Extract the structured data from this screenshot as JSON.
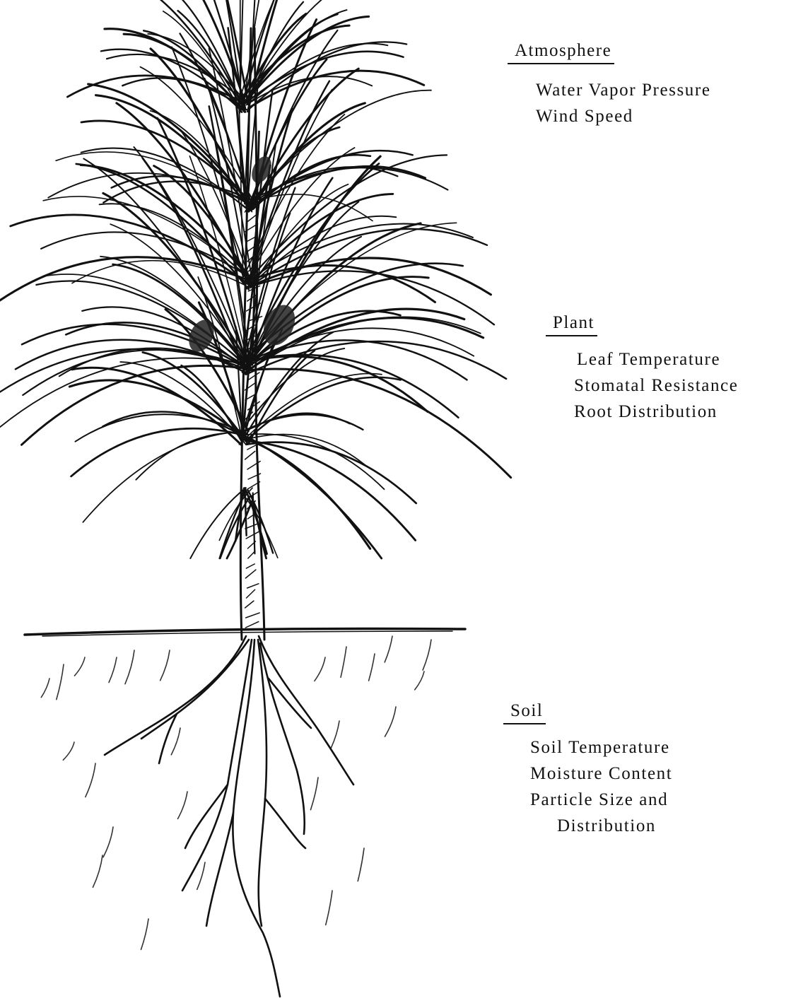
{
  "atmosphere": {
    "heading": "Atmosphere",
    "items": [
      "Water Vapor Pressure",
      "Wind Speed"
    ]
  },
  "plant": {
    "heading": "Plant",
    "items": [
      "Leaf Temperature",
      "Stomatal Resistance",
      "Root Distribution"
    ]
  },
  "soil": {
    "heading": "Soil",
    "items": [
      "Soil Temperature",
      "Moisture Content",
      "Particle Size and",
      "Distribution"
    ]
  },
  "colors": {
    "ink": "#111111",
    "paper": "#ffffff"
  }
}
